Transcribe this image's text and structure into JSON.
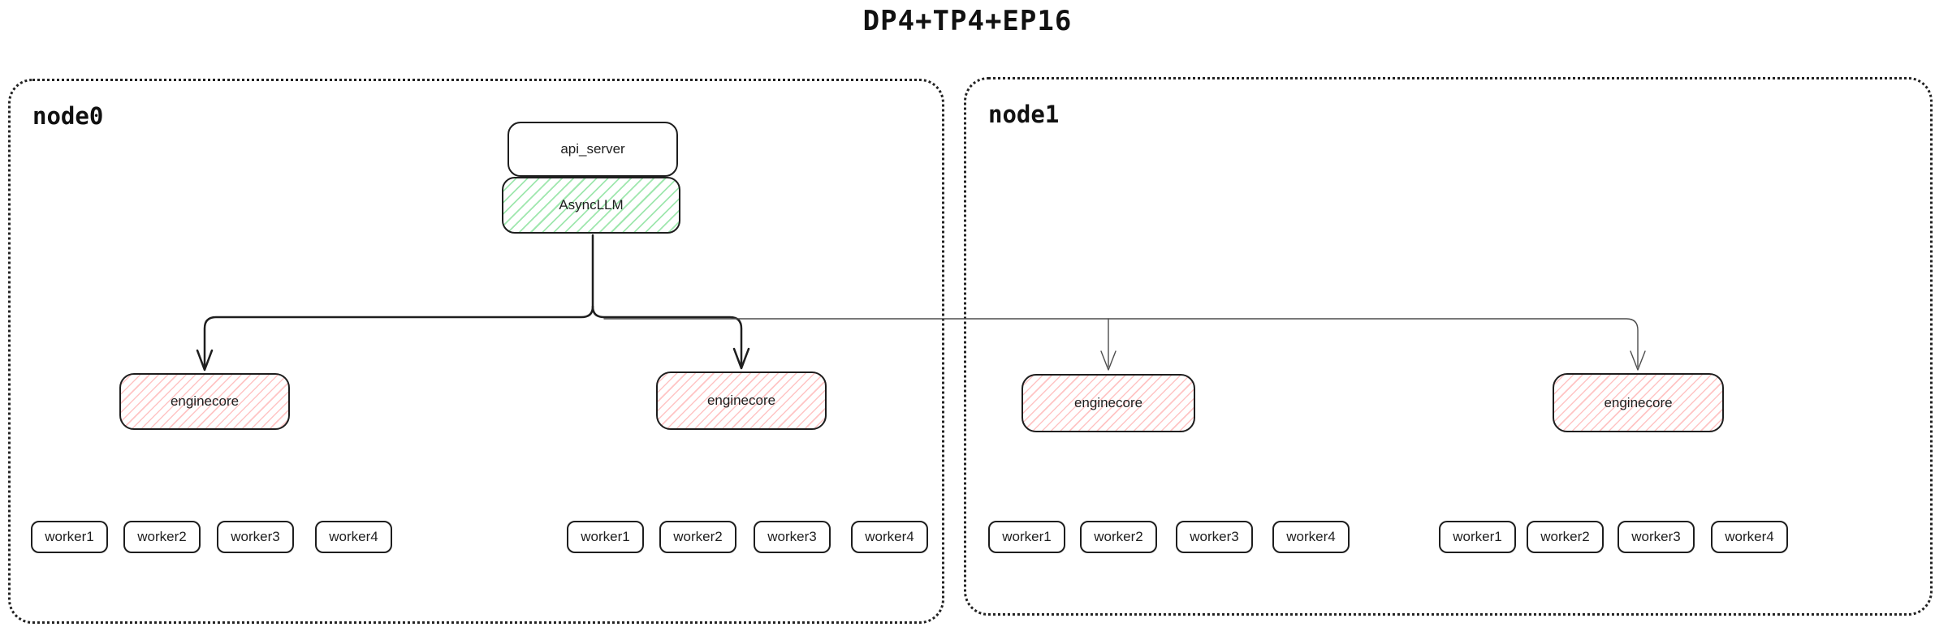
{
  "title": "DP4+TP4+EP16",
  "nodes": {
    "node0": {
      "label": "node0"
    },
    "node1": {
      "label": "node1"
    }
  },
  "boxes": {
    "api_server": "api_server",
    "async_llm": "AsyncLLM",
    "enginecore": "enginecore"
  },
  "worker_labels": [
    "worker1",
    "worker2",
    "worker3",
    "worker4"
  ],
  "colors": {
    "ink": "#1e1e1e",
    "green_hatch": "#9fe7ae",
    "red_hatch": "#ffc4c4",
    "thin_line": "#4d4d4d",
    "background": "#ffffff"
  }
}
